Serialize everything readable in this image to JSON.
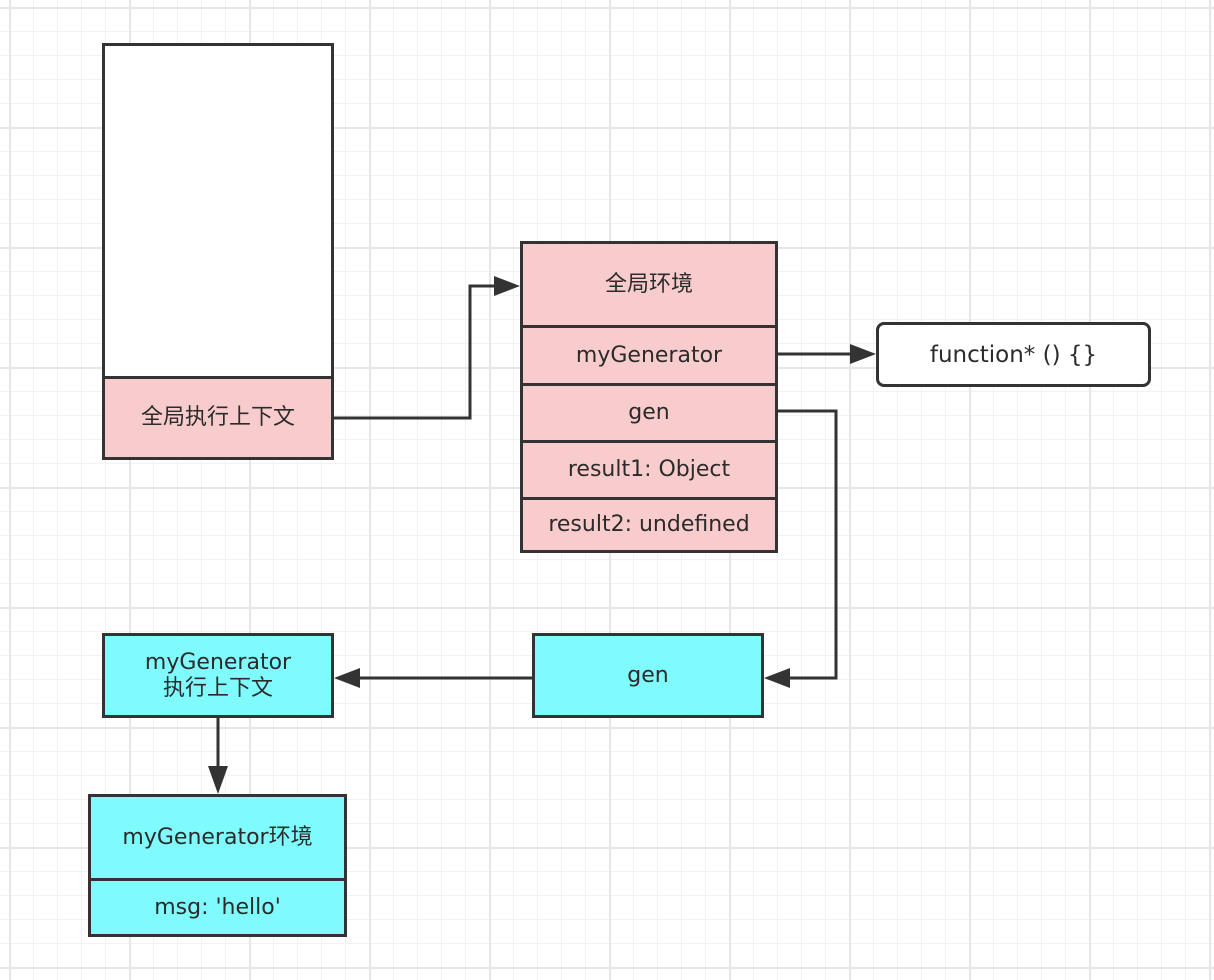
{
  "global_stack": {
    "context_label": "全局执行上下文"
  },
  "global_env": {
    "title": "全局环境",
    "rows": [
      "myGenerator",
      "gen",
      "result1: Object",
      "result2: undefined"
    ]
  },
  "function_box": {
    "label": "function* () {}"
  },
  "gen_box": {
    "label": "gen"
  },
  "generator_context": {
    "line1": "myGenerator",
    "line2": "执行上下文"
  },
  "generator_env": {
    "title": "myGenerator环境",
    "row": "msg: 'hello'"
  },
  "colors": {
    "pink": "#f8cccc",
    "cyan": "#7ffbfd",
    "stroke": "#333333"
  }
}
